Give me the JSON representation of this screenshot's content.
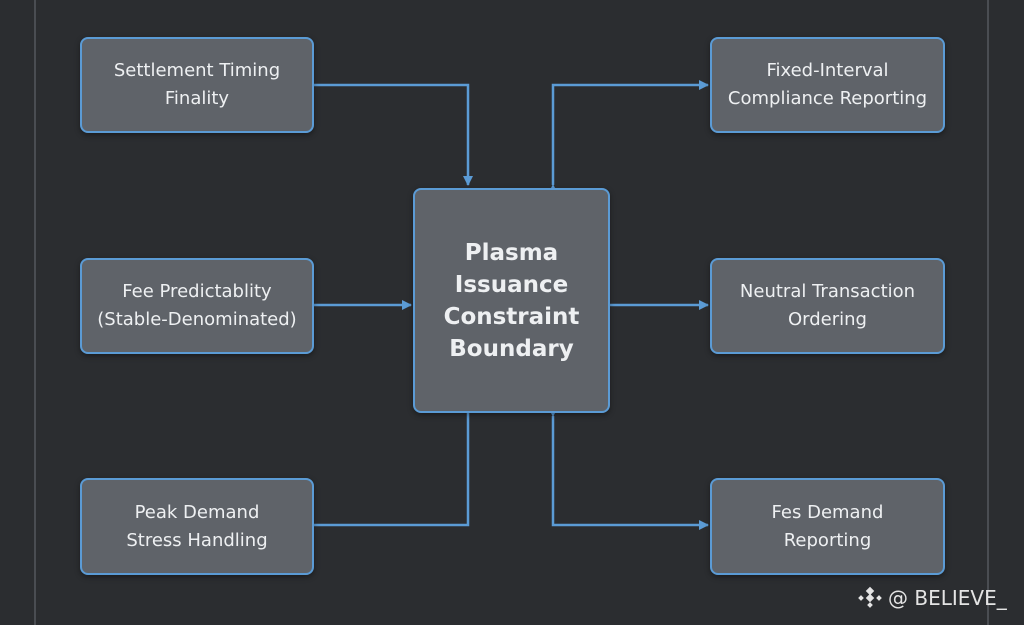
{
  "center": {
    "lines": [
      "Plasma",
      "Issuance",
      "Constraint",
      "Boundary"
    ]
  },
  "left_boxes": [
    {
      "lines": [
        "Settlement Timing",
        "Finality"
      ]
    },
    {
      "lines": [
        "Fee Predictablity",
        "(Stable-Denominated)"
      ]
    },
    {
      "lines": [
        "Peak Demand",
        "Stress Handling"
      ]
    }
  ],
  "right_boxes": [
    {
      "lines": [
        "Fixed-Interval",
        "Compliance Reporting"
      ]
    },
    {
      "lines": [
        "Neutral Transaction",
        "Ordering"
      ]
    },
    {
      "lines": [
        "Fes Demand",
        "Reporting"
      ]
    }
  ],
  "watermark": "@ BELIEVE_",
  "colors": {
    "background": "#2b2d30",
    "box_fill": "#5f6369",
    "accent": "#5b9bd5",
    "text": "#eef0f2"
  }
}
